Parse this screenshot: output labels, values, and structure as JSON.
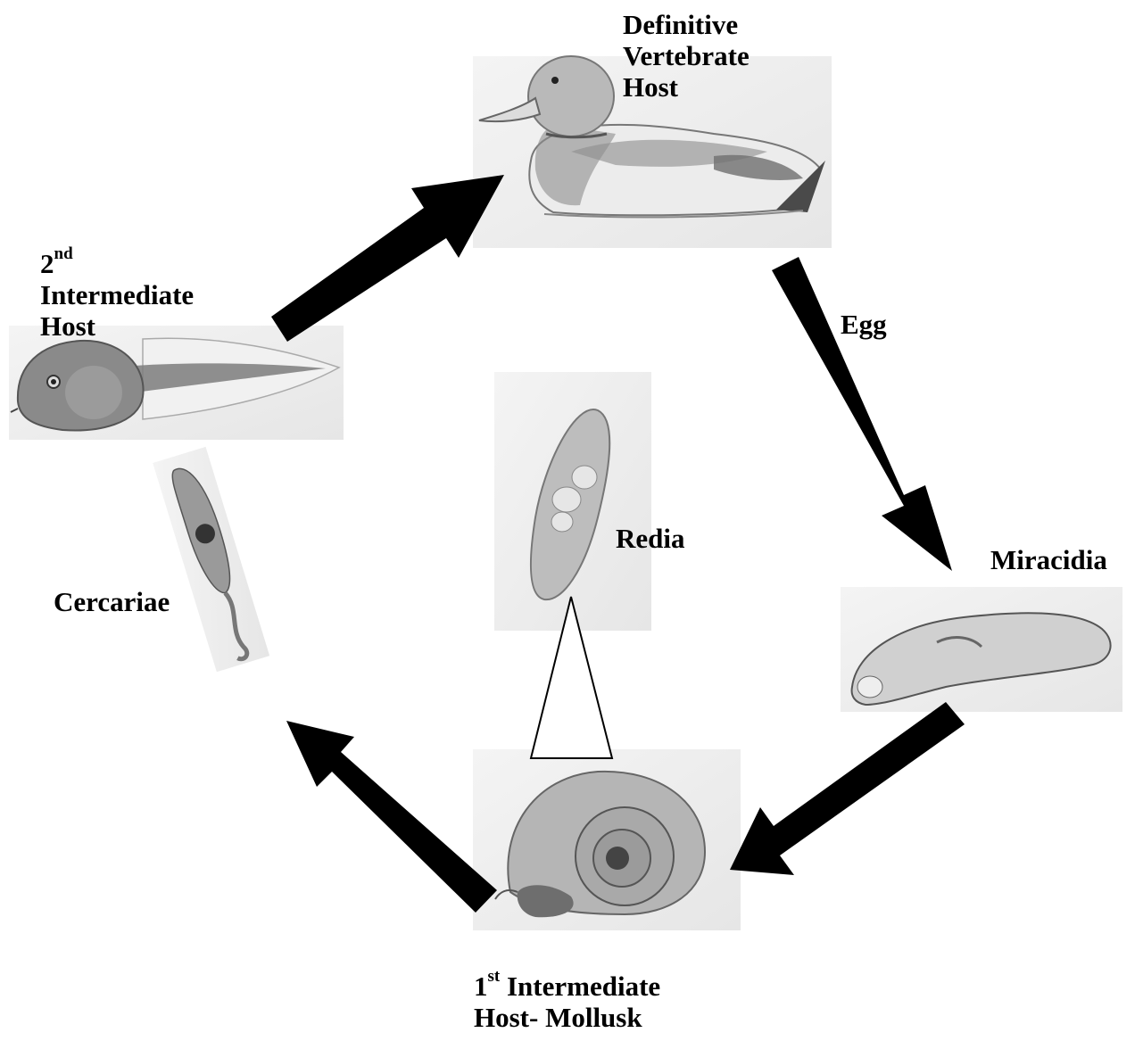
{
  "diagram": {
    "labels": {
      "definitive_host": [
        "Definitive",
        "Vertebrate",
        "Host"
      ],
      "second_host": {
        "number": "2",
        "suffix": "nd",
        "line2": "Intermediate",
        "line3": "Host"
      },
      "egg": "Egg",
      "miracidia": "Miracidia",
      "redia": "Redia",
      "cercariae": "Cercariae",
      "first_host": {
        "number": "1",
        "suffix": "st",
        "line1_rest": " Intermediate",
        "line2": "Host- Mollusk"
      }
    },
    "colors": {
      "arrow": "#000000",
      "sketch_bg": "#eeeeee",
      "pencil": "#555555"
    },
    "illustrations": [
      "duck-drawing",
      "tadpole-drawing",
      "cercaria-drawing",
      "redia-drawing",
      "miracidium-drawing",
      "snail-drawing"
    ]
  }
}
